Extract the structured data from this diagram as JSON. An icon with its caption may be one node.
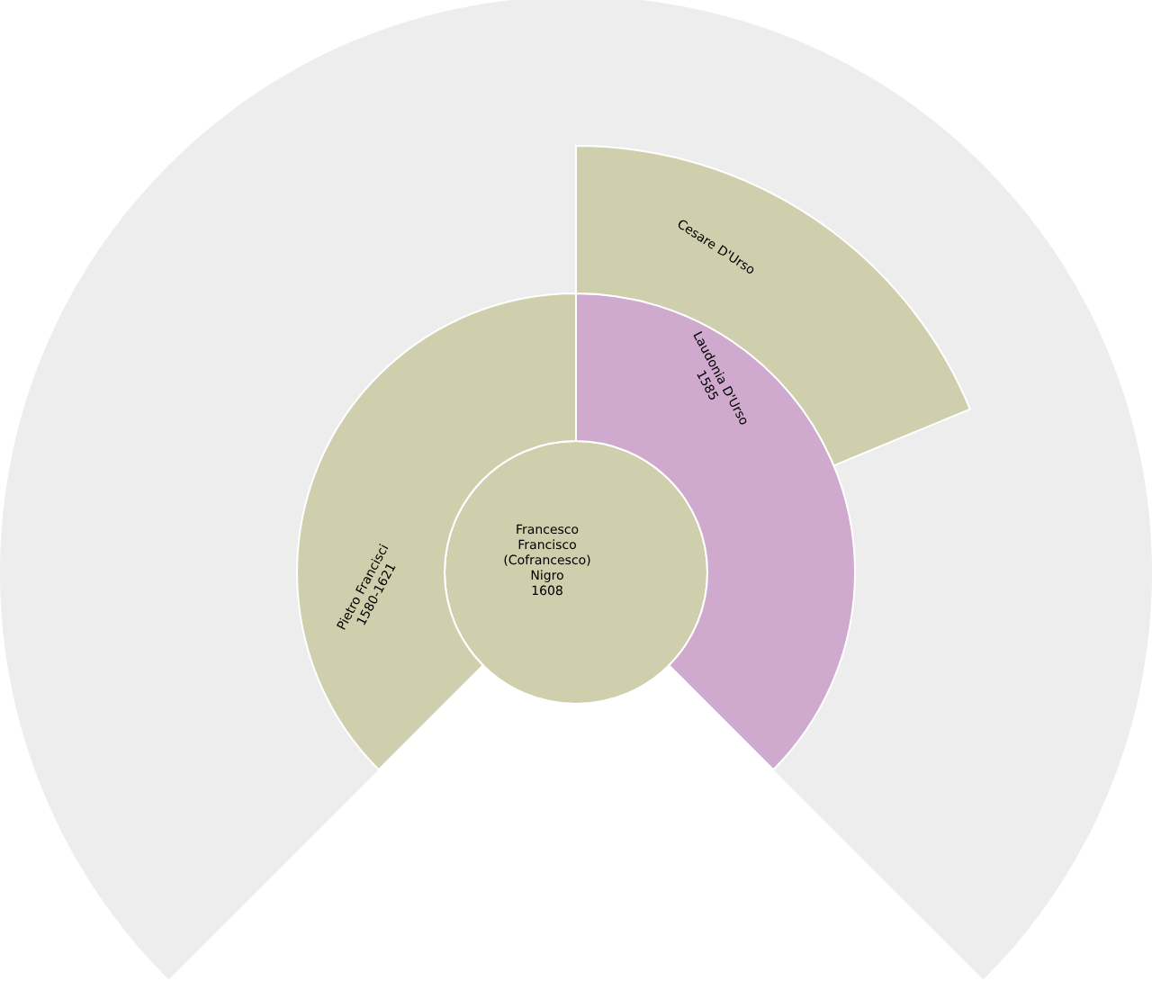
{
  "diagram": {
    "nodes": [
      {
        "text": [
          "Francesco Francisco (Cofrancesco) Nigro",
          "1608"
        ]
      },
      {
        "text": [
          "Pietro Francisci",
          "1580-1621"
        ]
      },
      {
        "text": [
          "Laudonia D'Urso",
          "1585"
        ]
      },
      {
        "text": [
          "Cesare D'Urso"
        ]
      }
    ]
  }
}
